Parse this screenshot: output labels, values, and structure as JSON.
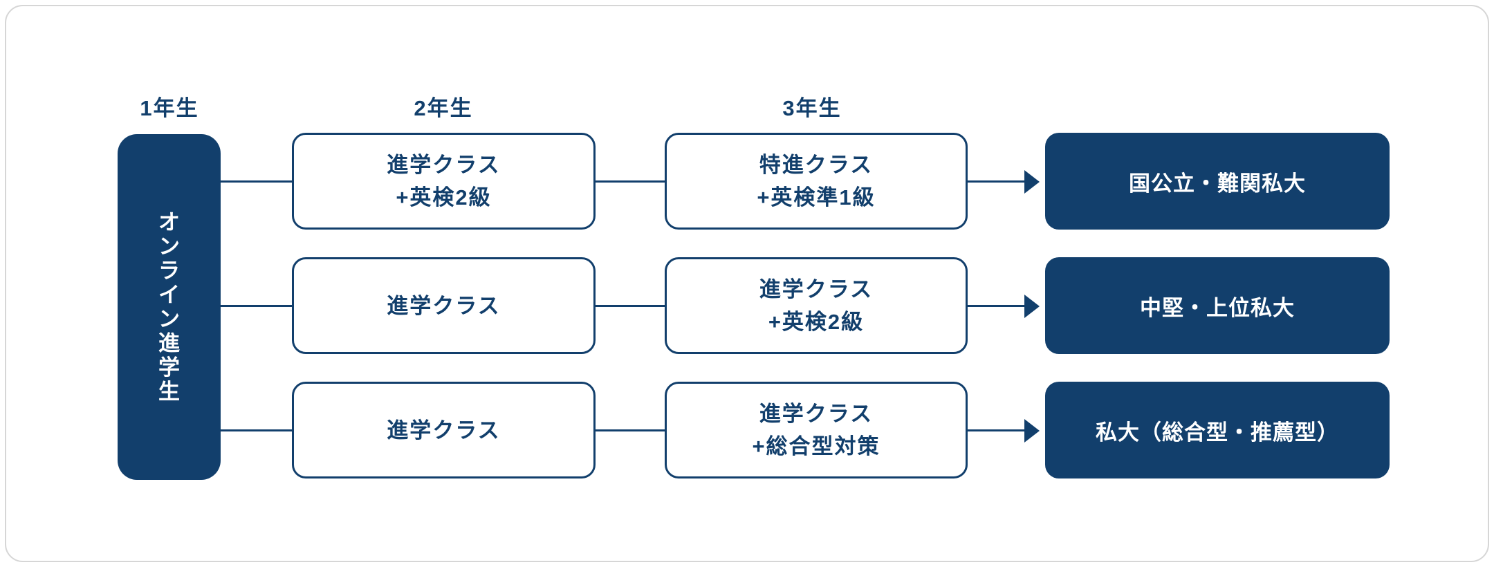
{
  "colors": {
    "navy": "#123f6c",
    "card_border": "#d6d6d6",
    "card_bg": "#ffffff",
    "box_bg": "#ffffff"
  },
  "headers": {
    "grade1": "1年生",
    "grade2": "2年生",
    "grade3": "3年生"
  },
  "start_box": {
    "label": "オンライン進学生"
  },
  "rows": [
    {
      "grade2_lines": [
        "進学クラス",
        "+英検2級"
      ],
      "grade3_lines": [
        "特進クラス",
        "+英検準1級"
      ],
      "outcome": "国公立・難関私大"
    },
    {
      "grade2_lines": [
        "進学クラス",
        ""
      ],
      "grade3_lines": [
        "進学クラス",
        "+英検2級"
      ],
      "outcome": "中堅・上位私大"
    },
    {
      "grade2_lines": [
        "進学クラス",
        ""
      ],
      "grade3_lines": [
        "進学クラス",
        "+総合型対策"
      ],
      "outcome": "私大（総合型・推薦型）"
    }
  ]
}
